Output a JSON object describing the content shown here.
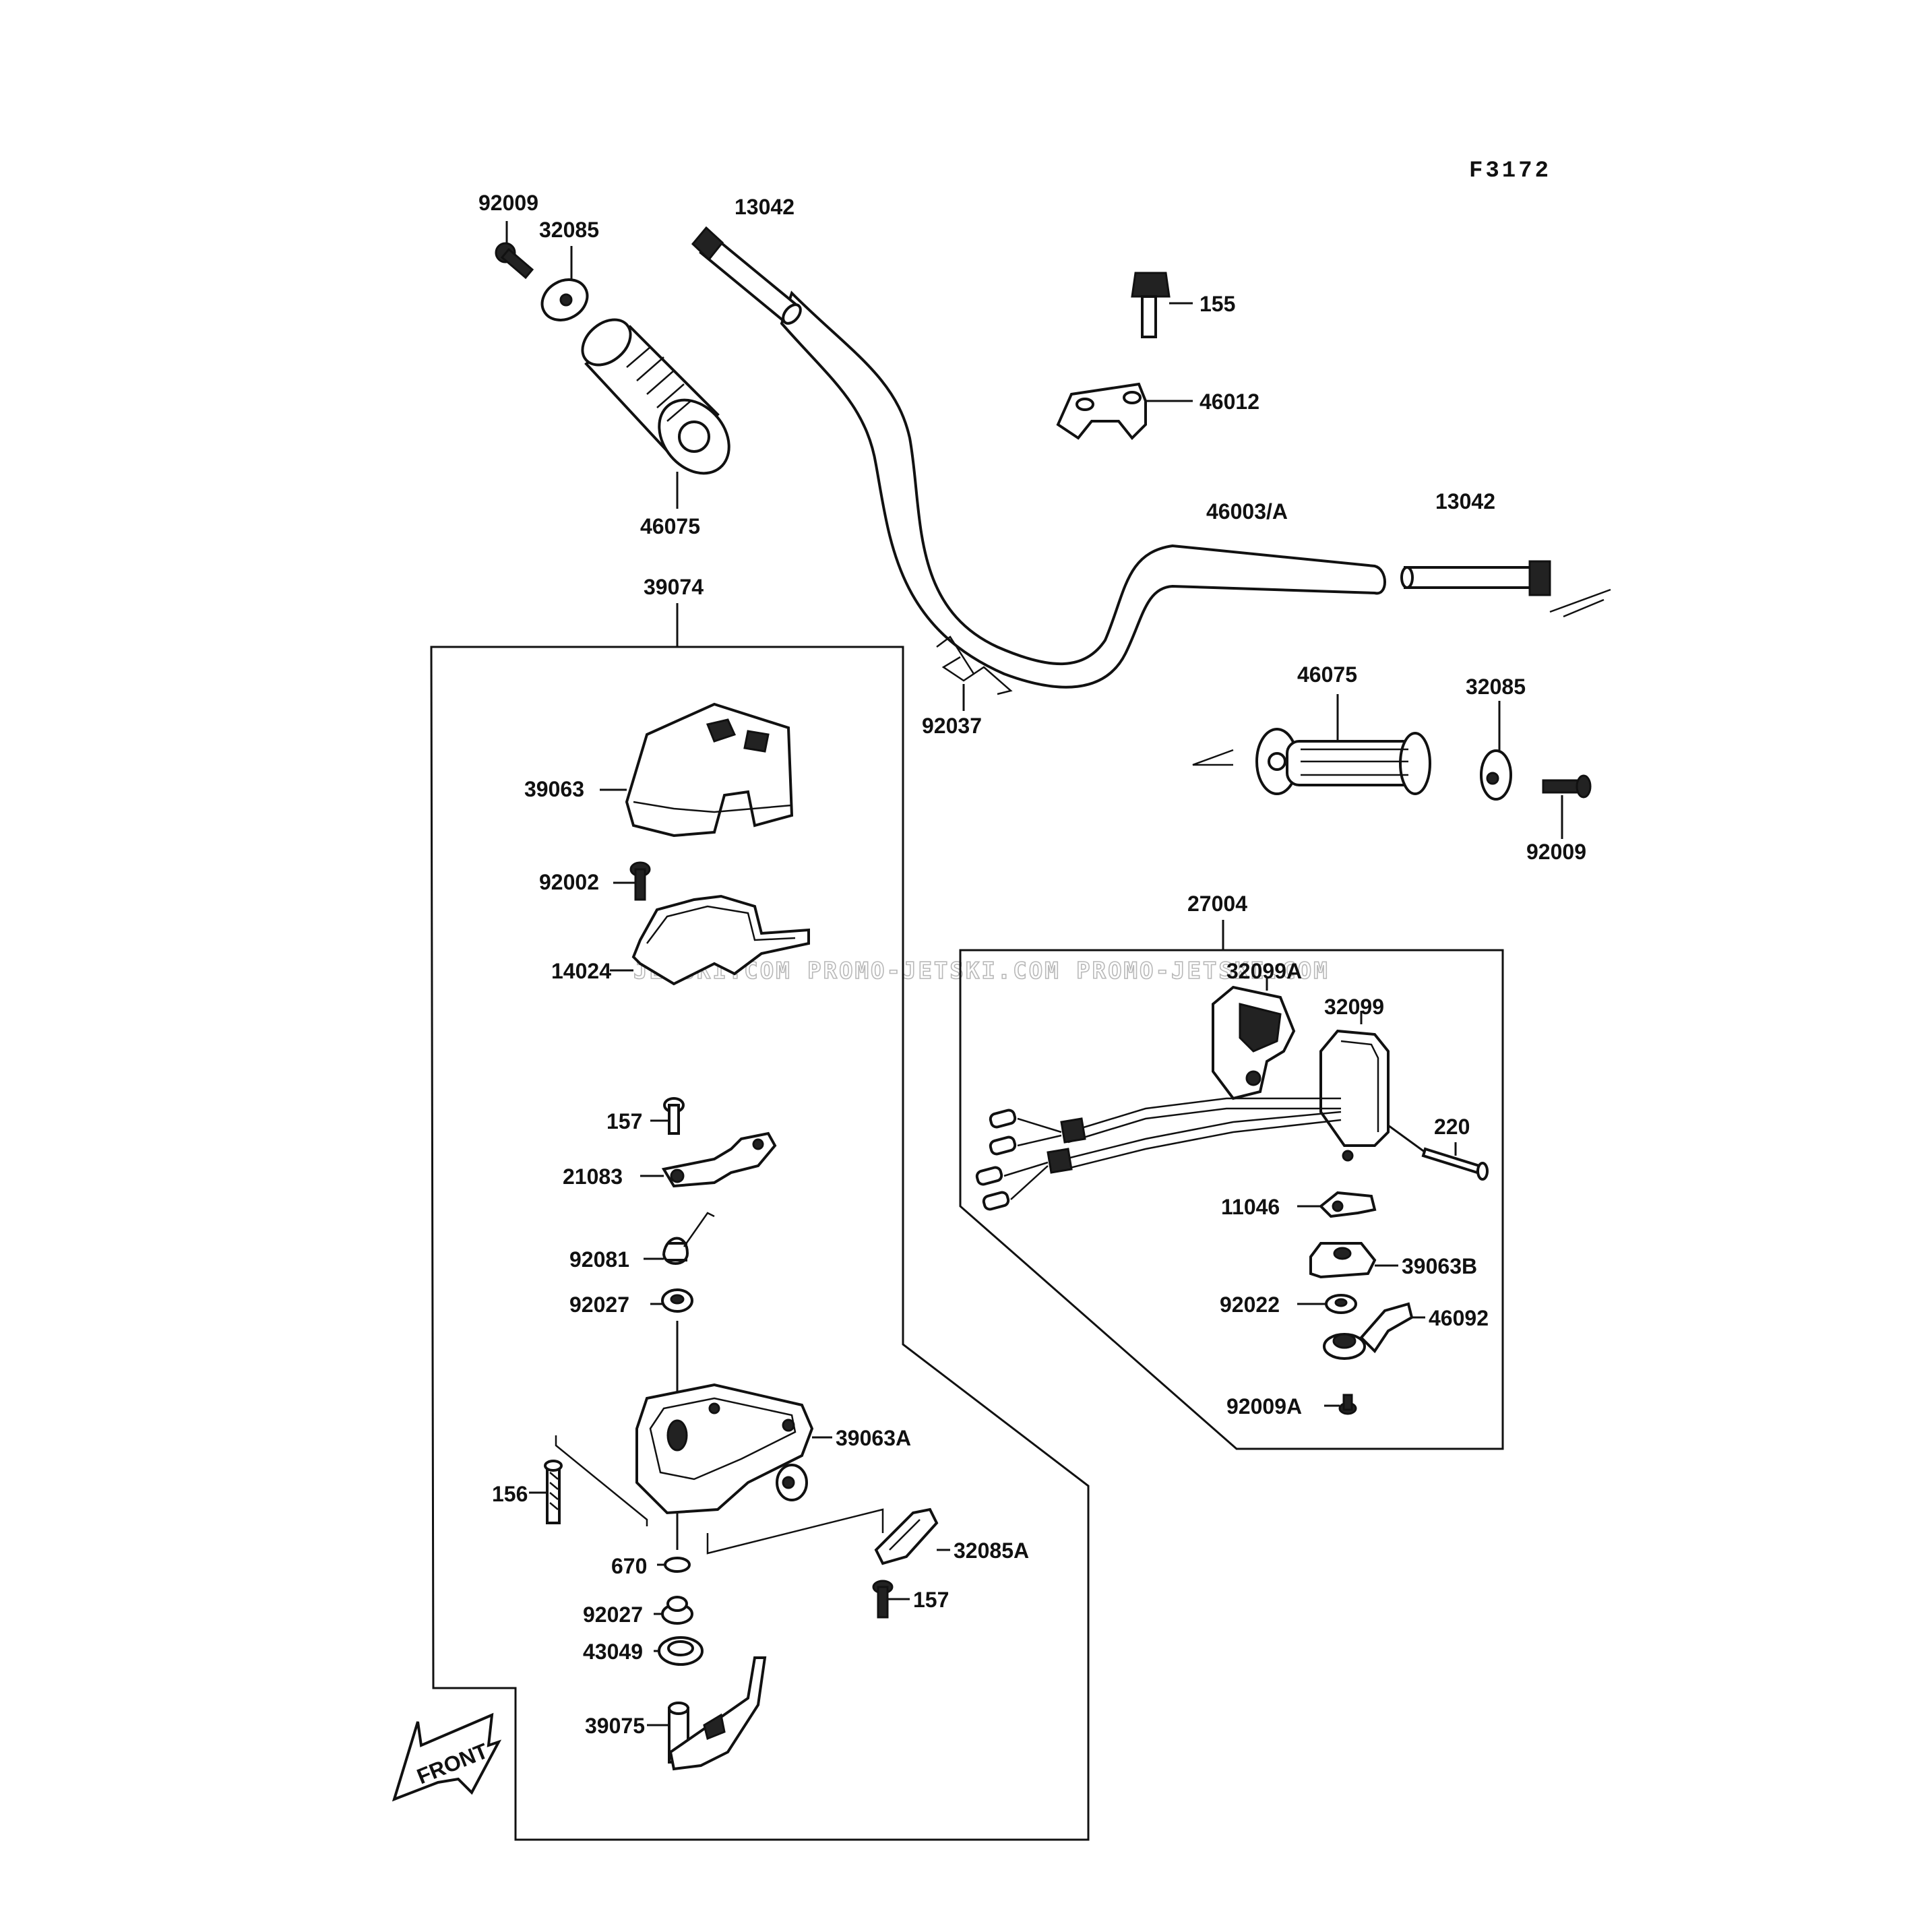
{
  "diagram": {
    "code": "F3172",
    "watermark": "JETSKI.COM  PROMO-JETSKI.COM  PROMO-JETSKI.COM",
    "front_label": "FRONT",
    "part_labels": [
      "92009",
      "32085",
      "13042",
      "155",
      "46012",
      "46075",
      "46003/A",
      "13042",
      "39074",
      "92037",
      "46075",
      "32085",
      "92009",
      "39063",
      "92002",
      "14024",
      "27004",
      "32099A",
      "32099",
      "157",
      "21083",
      "220",
      "11046",
      "39063B",
      "92081",
      "92027",
      "92022",
      "46092",
      "92009A",
      "39063A",
      "156",
      "32085A",
      "670",
      "157",
      "92027",
      "43049",
      "39075"
    ]
  }
}
